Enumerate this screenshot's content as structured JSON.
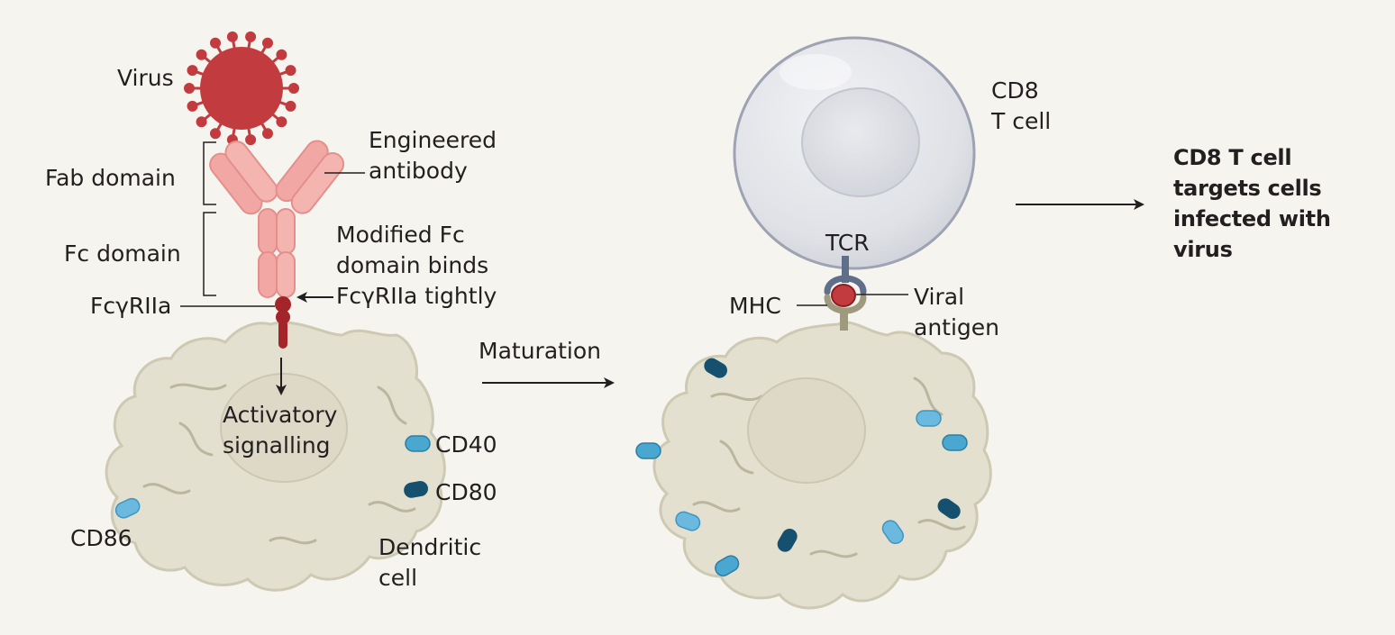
{
  "labels": {
    "virus": "Virus",
    "fab_domain": "Fab domain",
    "fc_domain": "Fc domain",
    "fcgriia": "FcγRIIa",
    "engineered_antibody": "Engineered\nantibody",
    "modified_fc": "Modified Fc\ndomain binds\nFcγRIIa tightly",
    "activatory_signalling": "Activatory\nsignalling",
    "cd40": "CD40",
    "cd80": "CD80",
    "cd86": "CD86",
    "dendritic_cell": "Dendritic\ncell",
    "maturation": "Maturation",
    "cd8_t_cell": "CD8\nT cell",
    "tcr": "TCR",
    "mhc": "MHC",
    "viral_antigen": "Viral\nantigen",
    "outcome": "CD8 T cell\ntargets cells\ninfected with\nvirus"
  },
  "colors": {
    "background": "#f6f4ee",
    "virus_red": "#c23b3e",
    "antibody_pink": "#f1a8a4",
    "receptor_darkred": "#a3252a",
    "dendritic_cell": "#e3e0cf",
    "t_cell": "#dcdee3",
    "cd40_light_blue": "#4aa7cf",
    "cd80_dark_blue": "#15506e"
  }
}
